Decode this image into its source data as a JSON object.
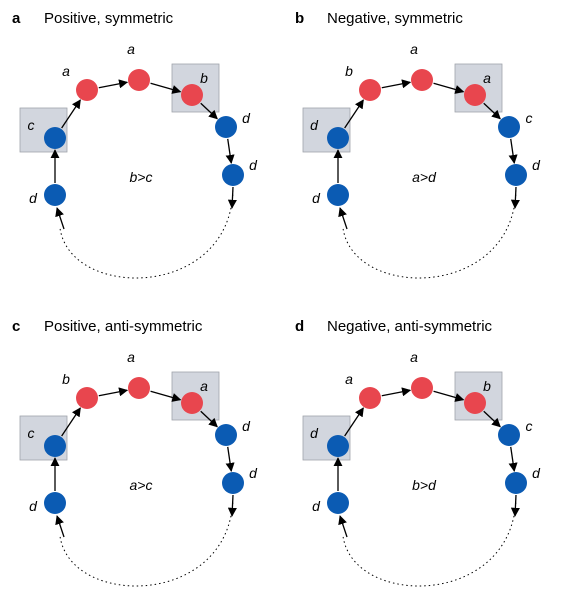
{
  "colors": {
    "red": "#e8464e",
    "blue": "#0b5bb3",
    "box": "#d2d6de",
    "box_stroke": "#a0a4ab"
  },
  "panels": [
    {
      "id": "a",
      "letter": "a",
      "title": "Positive, symmetric",
      "labels": [
        "d",
        "c",
        "a",
        "a",
        "b",
        "d",
        "d"
      ],
      "colors": [
        "blue",
        "blue",
        "red",
        "red",
        "red",
        "blue",
        "blue"
      ],
      "boxed": [
        1,
        4
      ],
      "condition": "b>c"
    },
    {
      "id": "b",
      "letter": "b",
      "title": "Negative, symmetric",
      "labels": [
        "d",
        "d",
        "b",
        "a",
        "a",
        "c",
        "d"
      ],
      "colors": [
        "blue",
        "blue",
        "red",
        "red",
        "red",
        "blue",
        "blue"
      ],
      "boxed": [
        1,
        4
      ],
      "condition": "a>d"
    },
    {
      "id": "c",
      "letter": "c",
      "title": "Positive, anti-symmetric",
      "labels": [
        "d",
        "c",
        "b",
        "a",
        "a",
        "d",
        "d"
      ],
      "colors": [
        "blue",
        "blue",
        "red",
        "red",
        "red",
        "blue",
        "blue"
      ],
      "boxed": [
        1,
        4
      ],
      "condition": "a>c"
    },
    {
      "id": "d",
      "letter": "d",
      "title": "Negative, anti-symmetric",
      "labels": [
        "d",
        "d",
        "a",
        "a",
        "b",
        "c",
        "d"
      ],
      "colors": [
        "blue",
        "blue",
        "red",
        "red",
        "red",
        "blue",
        "blue"
      ],
      "boxed": [
        1,
        4
      ],
      "condition": "b>d"
    }
  ]
}
